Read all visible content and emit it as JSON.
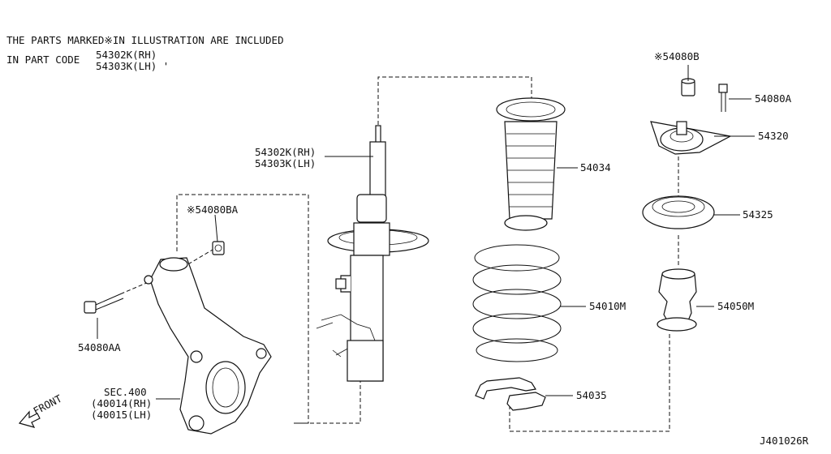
{
  "notes": {
    "line1": "THE PARTS MARKED※IN ILLUSTRATION ARE INCLUDED",
    "line2": "IN PART CODE",
    "code_rh": "54302K(RH)",
    "code_lh": "54303K(LH) '"
  },
  "labels": {
    "strut_rh": "54302K(RH)",
    "strut_lh": "54303K(LH)",
    "nut_ba": "※54080BA",
    "bolt_aa": "54080AA",
    "sec": "SEC.400",
    "knuckle_rh": "(40014(RH)",
    "knuckle_lh": "(40015(LH)",
    "front": "FRONT",
    "nut_b": "※54080B",
    "bolt_a": "54080A",
    "mount": "54320",
    "boot": "54034",
    "bearing": "54325",
    "spring": "54010M",
    "bumper": "54050M",
    "seat": "54035",
    "diagram_code": "J401026R"
  }
}
